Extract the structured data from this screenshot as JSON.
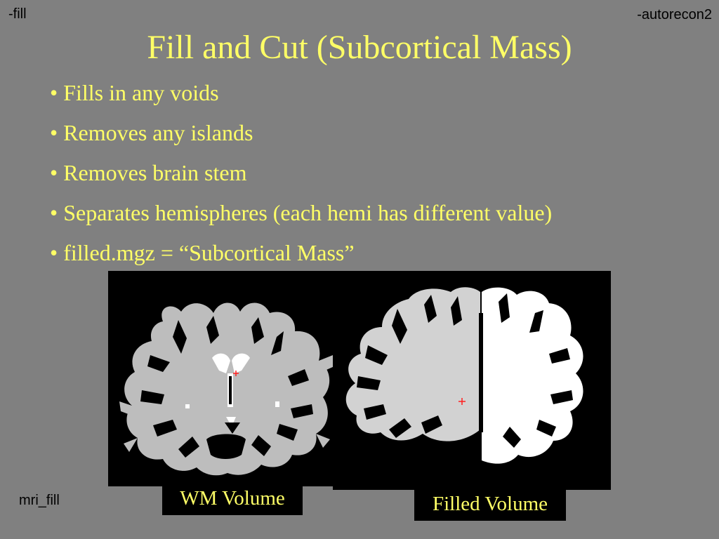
{
  "corner_tl": "-fill",
  "corner_tr": "-autorecon2",
  "corner_bl": "mri_fill",
  "title": "Fill and Cut (Subcortical Mass)",
  "bullets": [
    "Fills in any voids",
    "Removes any islands",
    "Removes brain stem",
    "Separates hemispheres (each hemi has different value)",
    "filled.mgz = “Subcortical Mass”"
  ],
  "captions": {
    "wm": "WM Volume",
    "filled": "Filled Volume"
  },
  "colors": {
    "background": "#808080",
    "text_yellow": "#ffff66",
    "wm_gray": "#bdbdbd",
    "filled_left": "#d2d2d2",
    "filled_right": "#ffffff",
    "marker_red": "#ff2020"
  }
}
